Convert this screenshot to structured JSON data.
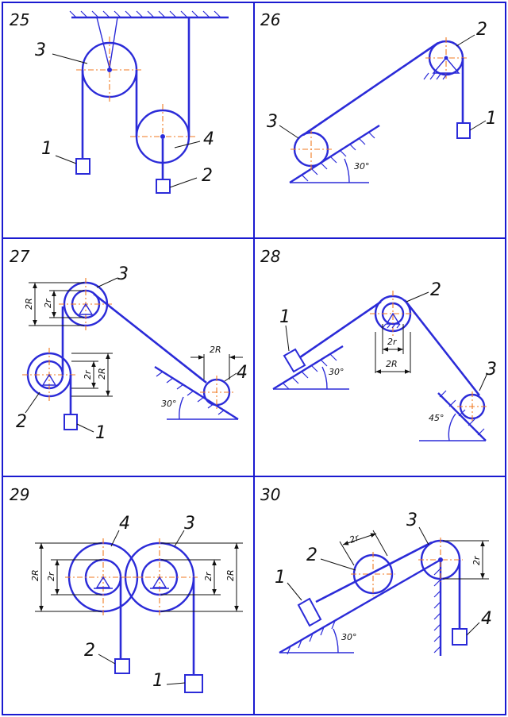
{
  "panels": [
    {
      "number": "25",
      "labels": [
        "1",
        "2",
        "3",
        "4"
      ]
    },
    {
      "number": "26",
      "labels": [
        "1",
        "2",
        "3"
      ],
      "angle": "30°"
    },
    {
      "number": "27",
      "labels": [
        "1",
        "2",
        "3",
        "4"
      ],
      "angle": "30°",
      "dims": [
        "2R",
        "2r",
        "2r",
        "2R",
        "2R"
      ]
    },
    {
      "number": "28",
      "labels": [
        "1",
        "2",
        "3"
      ],
      "angles": [
        "30°",
        "45°"
      ],
      "dims": [
        "2r",
        "2R"
      ]
    },
    {
      "number": "29",
      "labels": [
        "1",
        "2",
        "3",
        "4"
      ],
      "dims": [
        "2R",
        "2r",
        "2r",
        "2R"
      ]
    },
    {
      "number": "30",
      "labels": [
        "1",
        "2",
        "3",
        "4"
      ],
      "angle": "30°",
      "dims": [
        "2r",
        "2r"
      ]
    }
  ]
}
